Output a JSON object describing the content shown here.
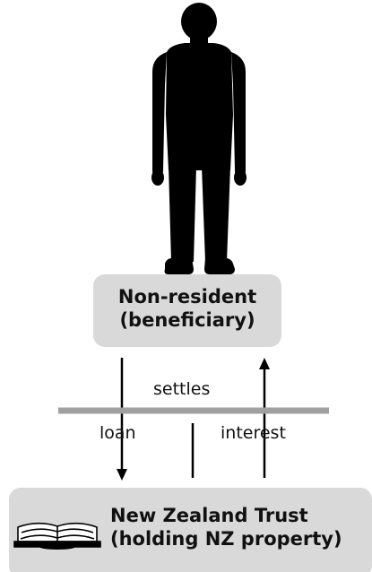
{
  "diagram": {
    "beneficiary_box": {
      "line1": "Non-resident",
      "line2": "(beneficiary)",
      "fill": "#d9d9d9"
    },
    "trust_box": {
      "line1": "New Zealand Trust",
      "line2": "(holding NZ property)",
      "fill": "#d9d9d9"
    },
    "flows": {
      "settles": "settles",
      "loan": "loan",
      "interest": "interest"
    },
    "icons": {
      "person": "person-silhouette-icon",
      "book": "open-book-icon"
    },
    "colors": {
      "silhouette": "#000000",
      "divider": "#a0a0a0",
      "line": "#000000"
    }
  }
}
